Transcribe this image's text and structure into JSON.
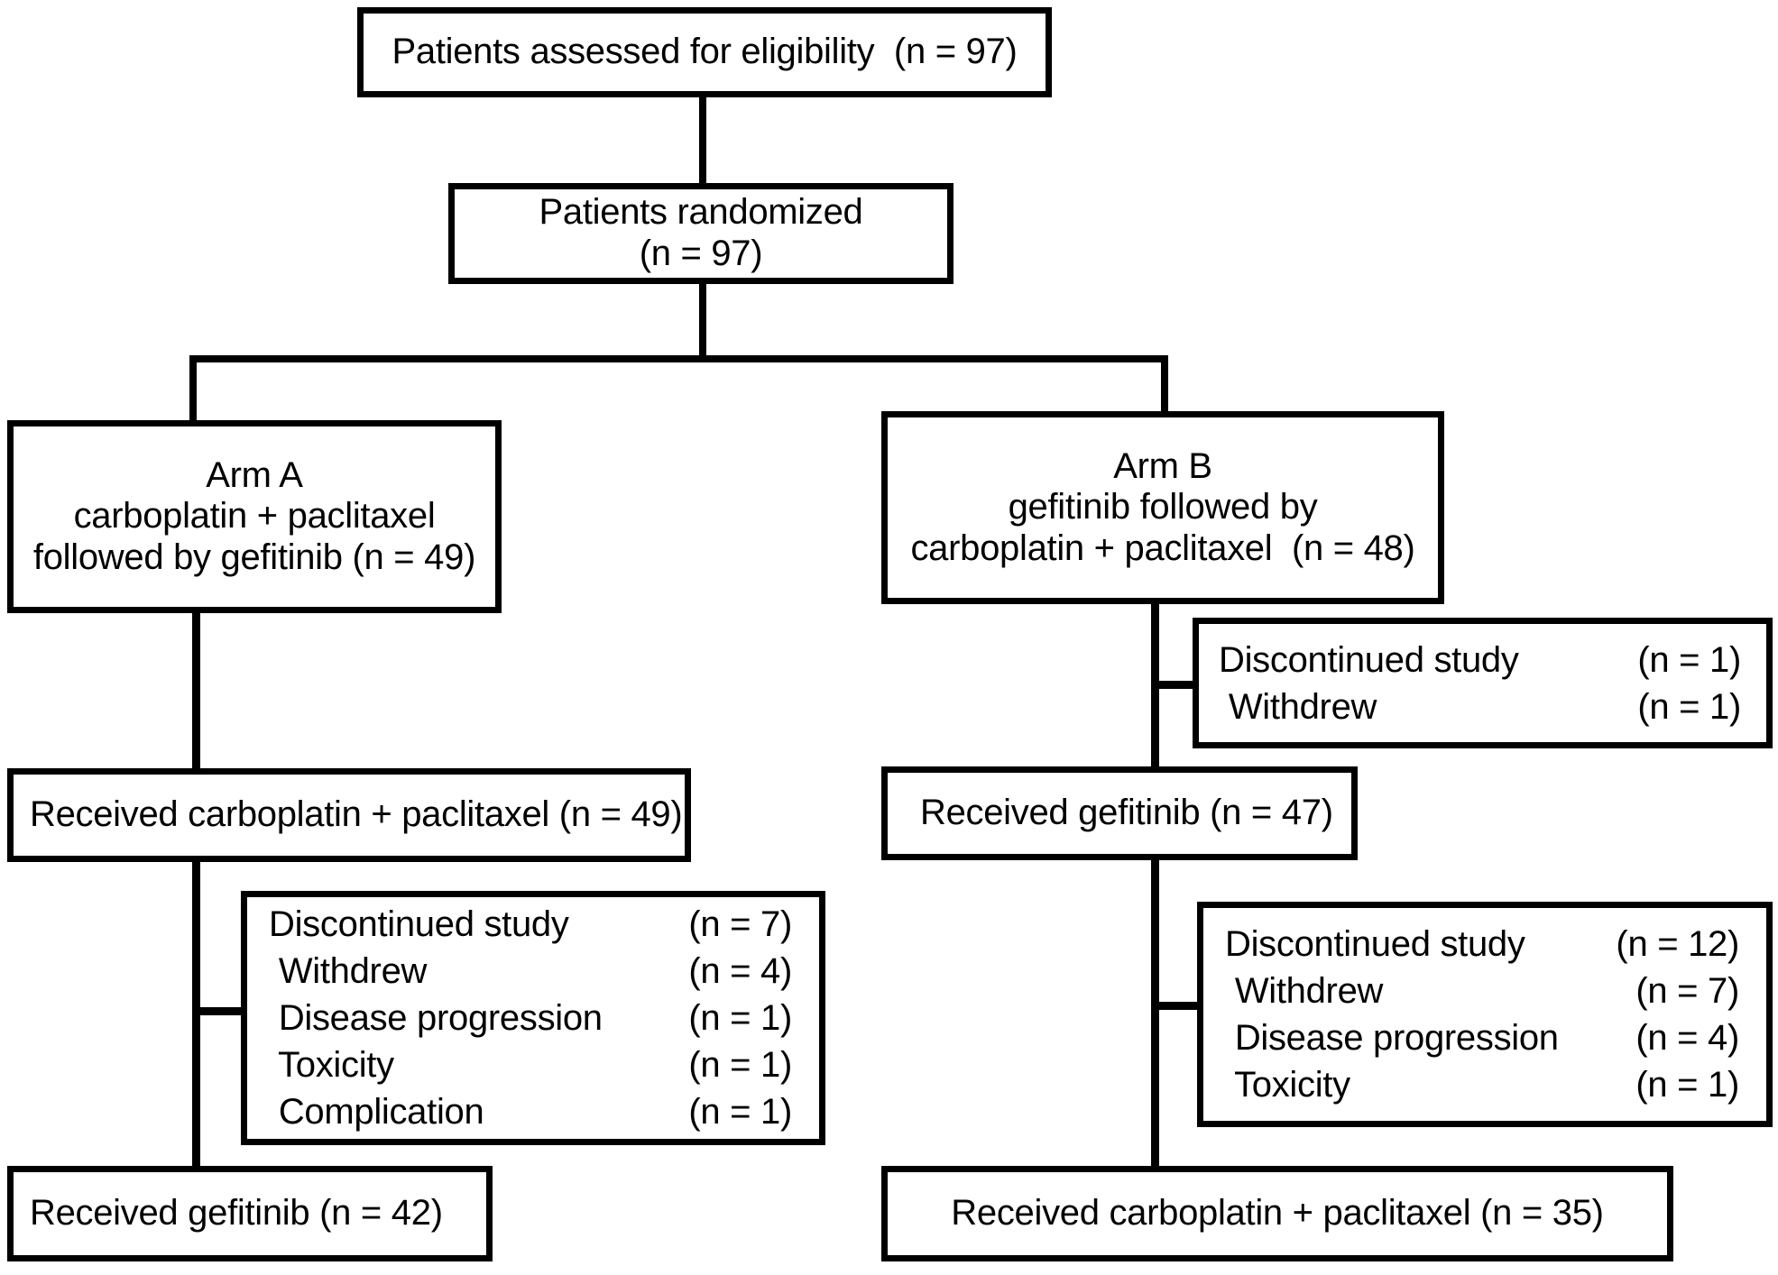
{
  "diagram": {
    "title": "CONSORT patient flow diagram",
    "nodes": {
      "eligibility": {
        "text": "Patients assessed for eligibility  (n = 97)"
      },
      "randomized": {
        "line1": "Patients randomized",
        "line2": "(n = 97)"
      },
      "arm_a": {
        "line1": "Arm A",
        "line2": "carboplatin + paclitaxel",
        "line3": "followed by gefitinib (n = 49)"
      },
      "arm_b": {
        "line1": "Arm B",
        "line2": "gefitinib followed by",
        "line3": "carboplatin + paclitaxel  (n = 48)"
      },
      "arm_b_early_discontinued": {
        "rows": [
          {
            "label": "Discontinued study",
            "n": "(n = 1)"
          },
          {
            "label": " Withdrew",
            "n": "(n = 1)"
          }
        ]
      },
      "arm_a_received_first": {
        "text": "Received carboplatin + paclitaxel (n = 49)"
      },
      "arm_b_received_first": {
        "text": "Received gefitinib (n = 47)"
      },
      "arm_a_discontinued": {
        "rows": [
          {
            "label": "Discontinued study",
            "n": "(n = 7)"
          },
          {
            "label": " Withdrew",
            "n": "(n = 4)"
          },
          {
            "label": " Disease progression",
            "n": "(n = 1)"
          },
          {
            "label": " Toxicity",
            "n": "(n = 1)"
          },
          {
            "label": " Complication",
            "n": "(n = 1)"
          }
        ]
      },
      "arm_b_discontinued": {
        "rows": [
          {
            "label": "Discontinued study",
            "n": "(n = 12)"
          },
          {
            "label": " Withdrew",
            "n": "(n = 7)"
          },
          {
            "label": " Disease progression",
            "n": "(n = 4)"
          },
          {
            "label": " Toxicity",
            "n": "(n = 1)"
          }
        ]
      },
      "arm_a_received_second": {
        "text": "Received gefitinib (n = 42)"
      },
      "arm_b_received_second": {
        "text": "Received carboplatin + paclitaxel (n = 35)"
      }
    },
    "colors": {
      "stroke": "#000000",
      "fill": "#ffffff",
      "text": "#000000"
    }
  }
}
